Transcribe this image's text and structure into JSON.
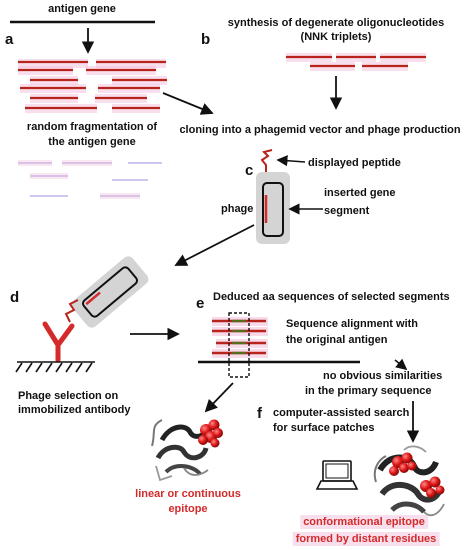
{
  "panel_labels": {
    "a": "a",
    "b": "b",
    "c": "c",
    "d": "d",
    "e": "e",
    "f": "f"
  },
  "texts": {
    "antigen_gene": "antigen gene",
    "synthesis_line1": "synthesis of degenerate oligonucleotides",
    "synthesis_line2": "(NNK triplets)",
    "random_frag_line1": "random fragmentation of",
    "random_frag_line2": "the antigen gene",
    "cloning": "cloning into a phagemid vector and phage production",
    "displayed_peptide": "displayed peptide",
    "inserted_gene_line1": "inserted gene",
    "inserted_gene_line2": "segment",
    "phage": "phage",
    "phage_selection_line1": "Phage selection on",
    "phage_selection_line2": "immobilized antibody",
    "deduced": "Deduced aa sequences of selected segments",
    "seq_align_line1": "Sequence alignment with",
    "seq_align_line2": "the original antigen",
    "no_similar_line1": "no obvious similarities",
    "no_similar_line2": "in the primary sequence",
    "computer_line1": "computer-assisted search",
    "computer_line2": "for surface patches",
    "linear_line1": "linear or continuous",
    "linear_line2": "epitope",
    "conform_line1": "conformational epitope",
    "conform_line2": "formed by distant residues"
  },
  "colors": {
    "dna_segment": "#b8241c",
    "segment_shadow": "#f2b8d8",
    "epitope_red": "#d42a2a",
    "phage_gray": "#d4d4d4",
    "arrow": "#111111"
  },
  "icons": {
    "phage": "phage-particle-icon",
    "antibody": "y-shaped-antibody-icon",
    "computer": "laptop-icon",
    "protein": "protein-ribbon-structure-icon"
  }
}
